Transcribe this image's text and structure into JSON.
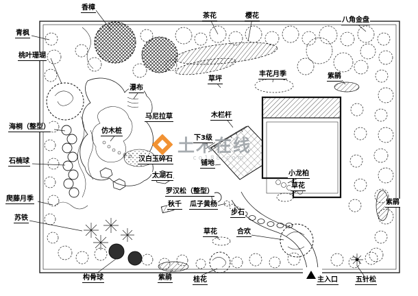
{
  "plan": {
    "labels": [
      {
        "text": "香樟"
      },
      {
        "text": "茶花"
      },
      {
        "text": "樱花"
      },
      {
        "text": "八角金盘"
      },
      {
        "text": "青枫"
      },
      {
        "text": "桃叶珊瑚"
      },
      {
        "text": "草坪"
      },
      {
        "text": "丰花月季"
      },
      {
        "text": "紫鹃"
      },
      {
        "text": "瀑布"
      },
      {
        "text": "马尼拉草"
      },
      {
        "text": "木栏杆"
      },
      {
        "text": "海桐（整型）"
      },
      {
        "text": "仿木桩"
      },
      {
        "text": "下3级"
      },
      {
        "text": "石楠球"
      },
      {
        "text": "汉白玉碎石"
      },
      {
        "text": "铺地"
      },
      {
        "text": "太湖石"
      },
      {
        "text": "小龙柏"
      },
      {
        "text": "罗汉松（整型）"
      },
      {
        "text": "草花"
      },
      {
        "text": "爬藤月季"
      },
      {
        "text": "秋千"
      },
      {
        "text": "瓜子黄杨"
      },
      {
        "text": "步石"
      },
      {
        "text": "苏铁"
      },
      {
        "text": "草花"
      },
      {
        "text": "合欢"
      },
      {
        "text": "紫鹃"
      },
      {
        "text": "构骨球"
      },
      {
        "text": "紫鹃"
      },
      {
        "text": "桂花"
      },
      {
        "text": "主入口"
      },
      {
        "text": "五针松"
      }
    ]
  },
  "watermark": {
    "brand": "土木在线",
    "url": "co188.com",
    "accent": "#f08318",
    "text_color": "#9aa0a5"
  }
}
